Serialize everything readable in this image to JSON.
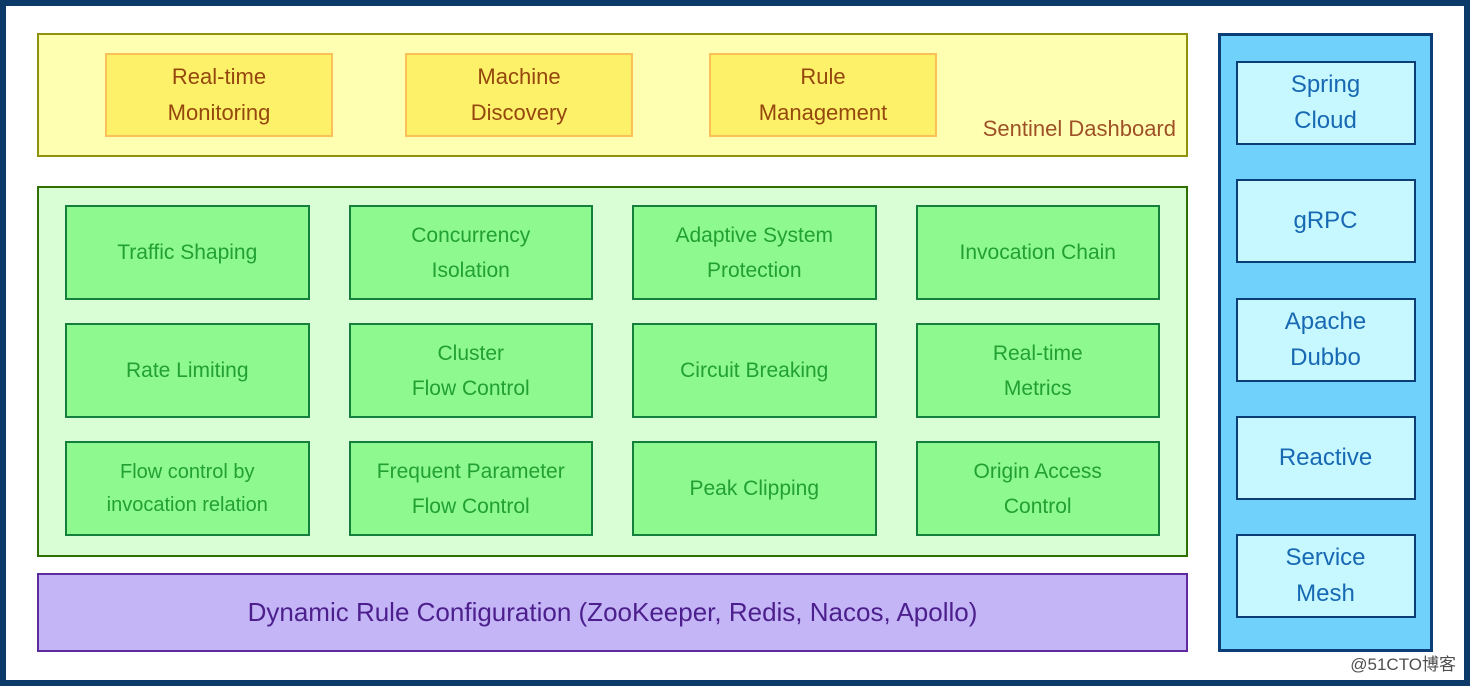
{
  "colors": {
    "outer_border": "#0b3a69",
    "dashboard_bg": "#ffffb2",
    "dashboard_border": "#90910c",
    "dashboard_box_bg": "#fcf169",
    "dashboard_box_border": "#fcc059",
    "dashboard_box_text": "#95470d",
    "dashboard_label_text": "#9e5126",
    "capability_bg": "#d9fdd5",
    "capability_border": "#2f7000",
    "capability_box_bg": "#8ef98e",
    "capability_box_border": "#15803d",
    "capability_box_text": "#22a033",
    "rule_bg": "#c4b5f7",
    "rule_border": "#5e2b9e",
    "rule_text": "#4c1f8c",
    "ecosystem_bg": "#70d2fb",
    "ecosystem_border": "#0b3e77",
    "ecosystem_box_bg": "#c8f8ff",
    "ecosystem_box_text": "#1769b3",
    "watermark_text": "#4f4f4f"
  },
  "dashboard": {
    "label": "Sentinel Dashboard",
    "boxes": [
      {
        "lines": [
          "Real-time",
          "Monitoring"
        ]
      },
      {
        "lines": [
          "Machine",
          "Discovery"
        ]
      },
      {
        "lines": [
          "Rule",
          "Management"
        ]
      }
    ]
  },
  "capabilities": {
    "boxes": [
      {
        "lines": [
          "Traffic Shaping"
        ]
      },
      {
        "lines": [
          "Concurrency",
          "Isolation"
        ]
      },
      {
        "lines": [
          "Adaptive System",
          "Protection"
        ]
      },
      {
        "lines": [
          "Invocation Chain"
        ]
      },
      {
        "lines": [
          "Rate Limiting"
        ]
      },
      {
        "lines": [
          "Cluster",
          "Flow Control"
        ]
      },
      {
        "lines": [
          "Circuit Breaking"
        ]
      },
      {
        "lines": [
          "Real-time",
          "Metrics"
        ]
      },
      {
        "lines": [
          "Flow control by",
          "invocation relation"
        ]
      },
      {
        "lines": [
          "Frequent Parameter",
          "Flow Control"
        ]
      },
      {
        "lines": [
          "Peak Clipping"
        ]
      },
      {
        "lines": [
          "Origin Access",
          "Control"
        ]
      }
    ]
  },
  "rule_config": {
    "label": "Dynamic Rule Configuration (ZooKeeper, Redis, Nacos, Apollo)"
  },
  "ecosystem": {
    "boxes": [
      {
        "lines": [
          "Spring",
          "Cloud"
        ]
      },
      {
        "lines": [
          "gRPC"
        ]
      },
      {
        "lines": [
          "Apache",
          "Dubbo"
        ]
      },
      {
        "lines": [
          "Reactive"
        ]
      },
      {
        "lines": [
          "Service",
          "Mesh"
        ]
      }
    ]
  },
  "watermark": "@51CTO博客"
}
